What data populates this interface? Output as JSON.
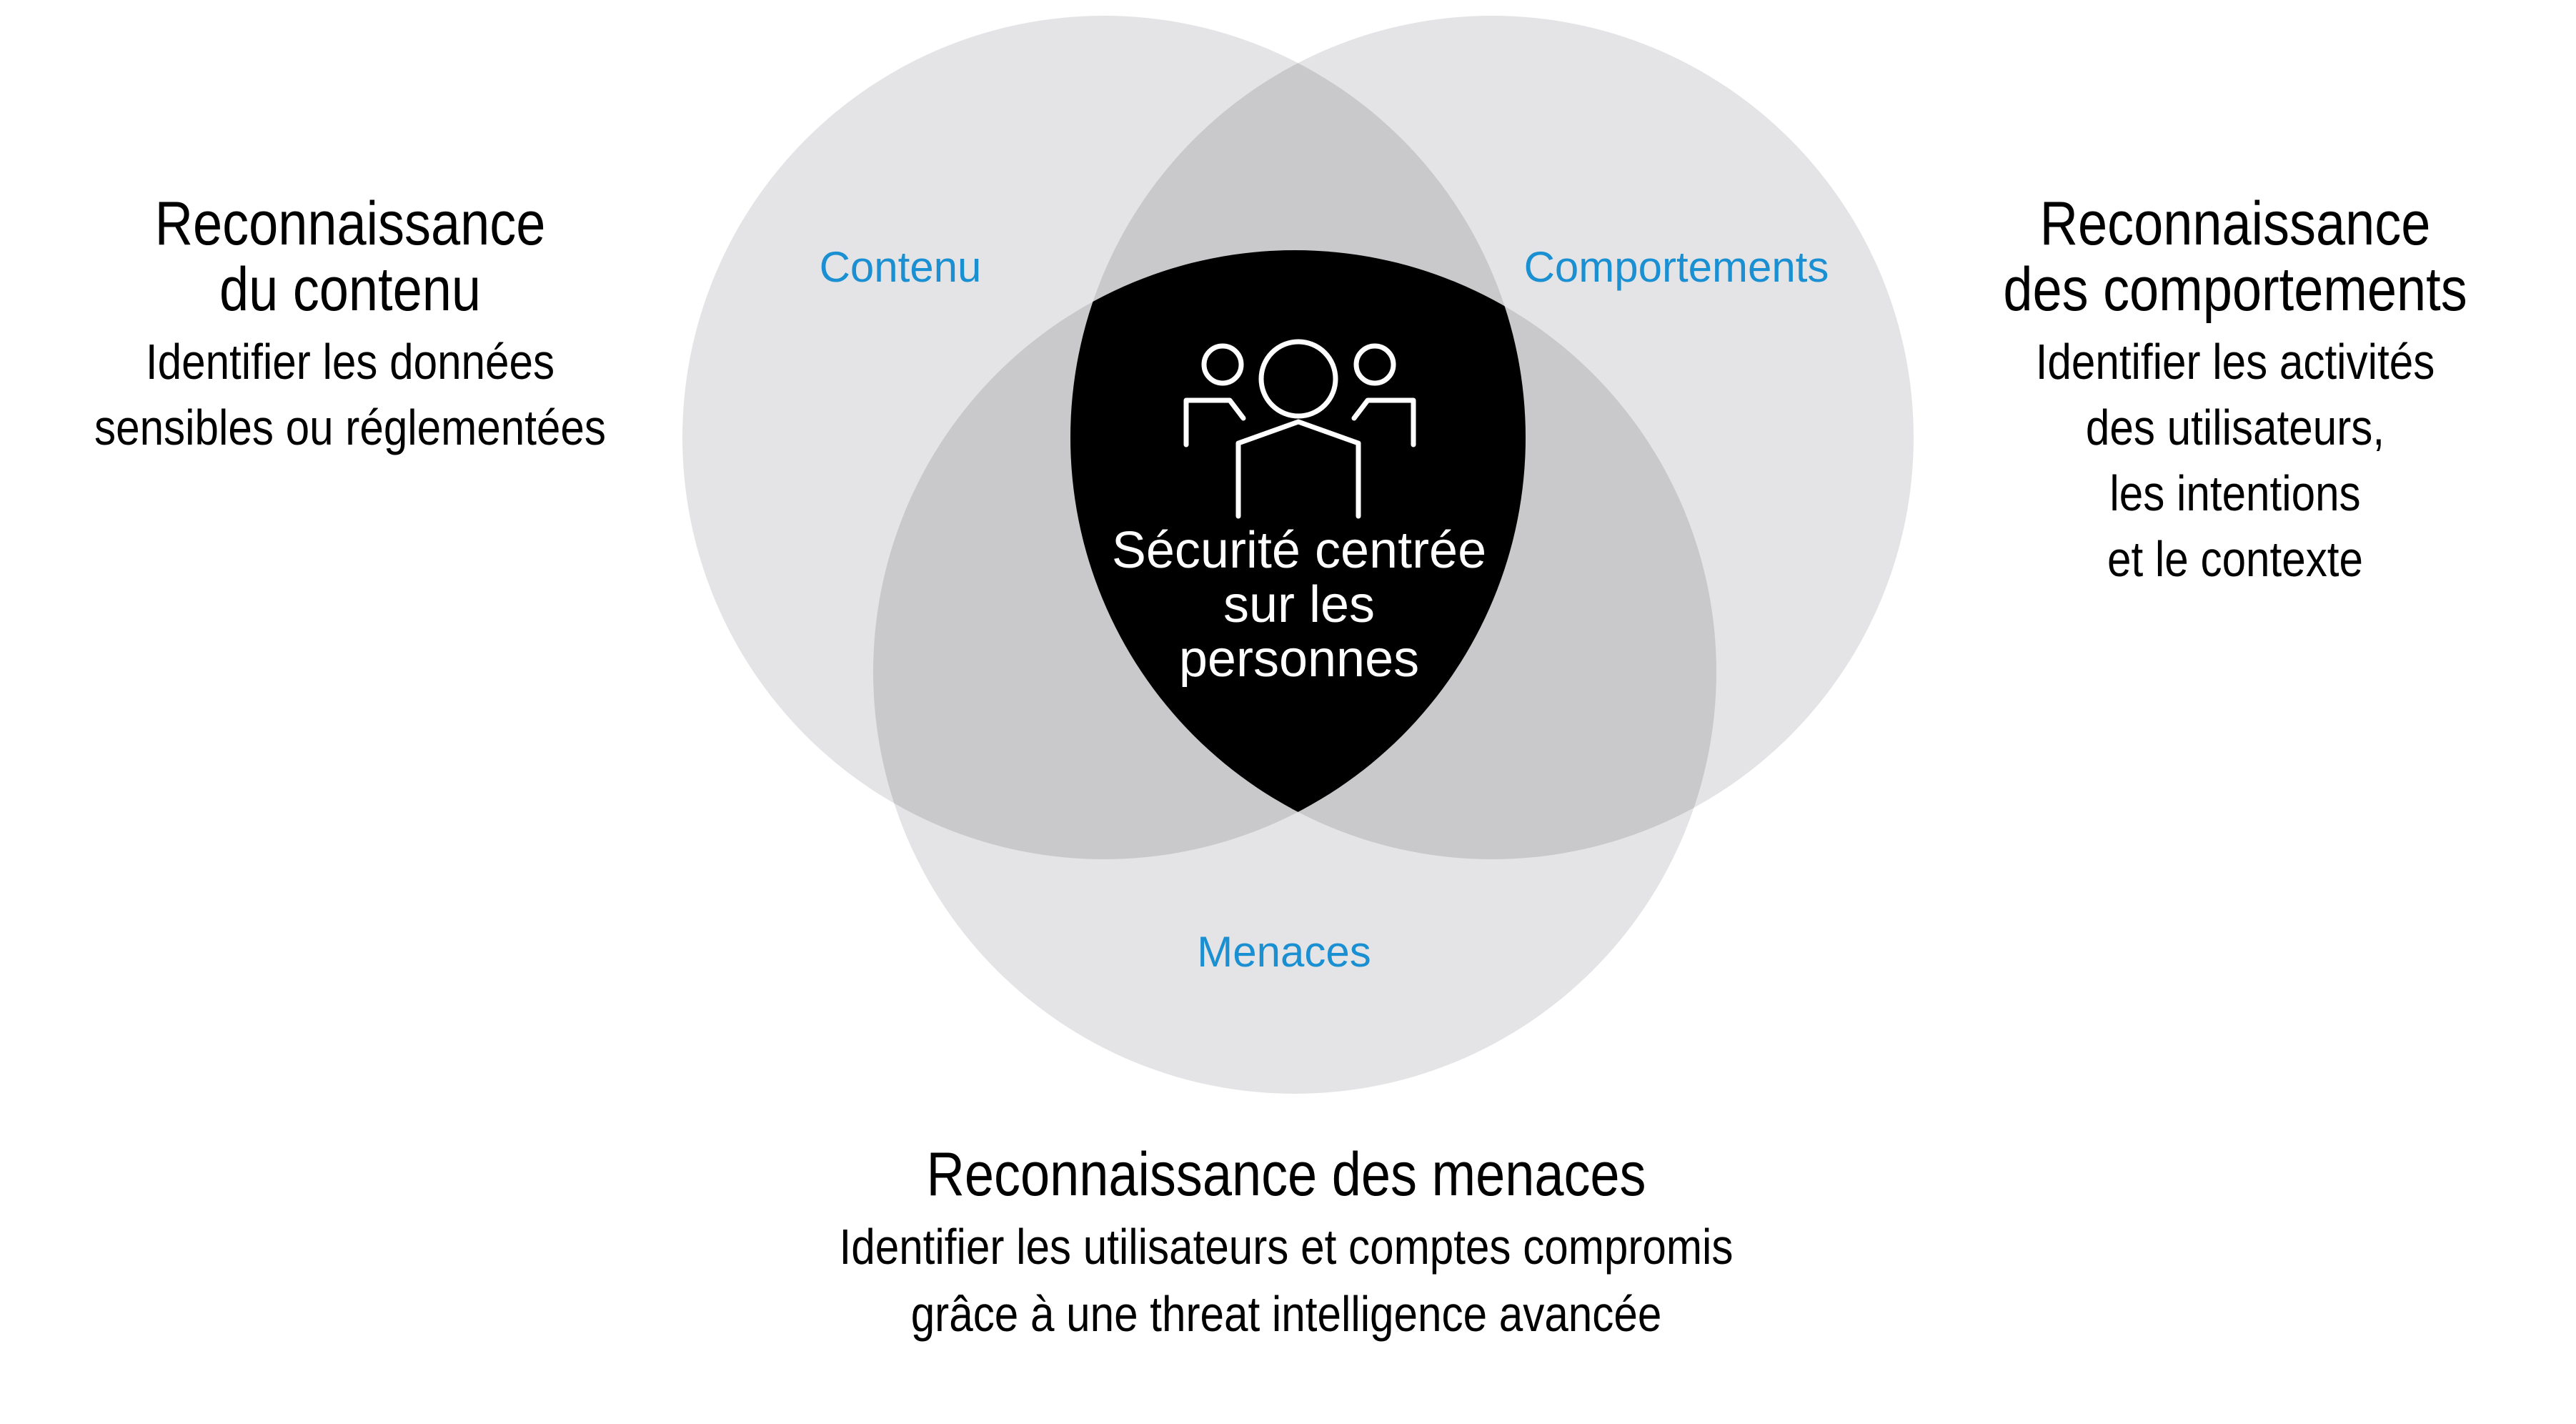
{
  "circles": {
    "content": {
      "label": "Contenu"
    },
    "behavior": {
      "label": "Comportements"
    },
    "threats": {
      "label": "Menaces"
    }
  },
  "center": {
    "lines": [
      "Sécurité centrée",
      "sur les",
      "personnes"
    ],
    "icon": "people-group-icon"
  },
  "left_block": {
    "heading": [
      "Reconnaissance",
      "du contenu"
    ],
    "description": [
      "Identifier les données",
      "sensibles ou réglementées"
    ]
  },
  "right_block": {
    "heading": [
      "Reconnaissance",
      "des comportements"
    ],
    "description": [
      "Identifier les activités",
      "des utilisateurs,",
      "les intentions",
      "et le contexte"
    ]
  },
  "bottom_block": {
    "heading": [
      "Reconnaissance des menaces"
    ],
    "description": [
      "Identifier les utilisateurs et comptes compromis",
      "grâce à une threat intelligence avancée"
    ]
  },
  "colors": {
    "circle_fill": "#e4e4e6",
    "overlap_fill": "#c9c9cb",
    "shield": "#000000",
    "label_blue": "#1a8fd1"
  }
}
